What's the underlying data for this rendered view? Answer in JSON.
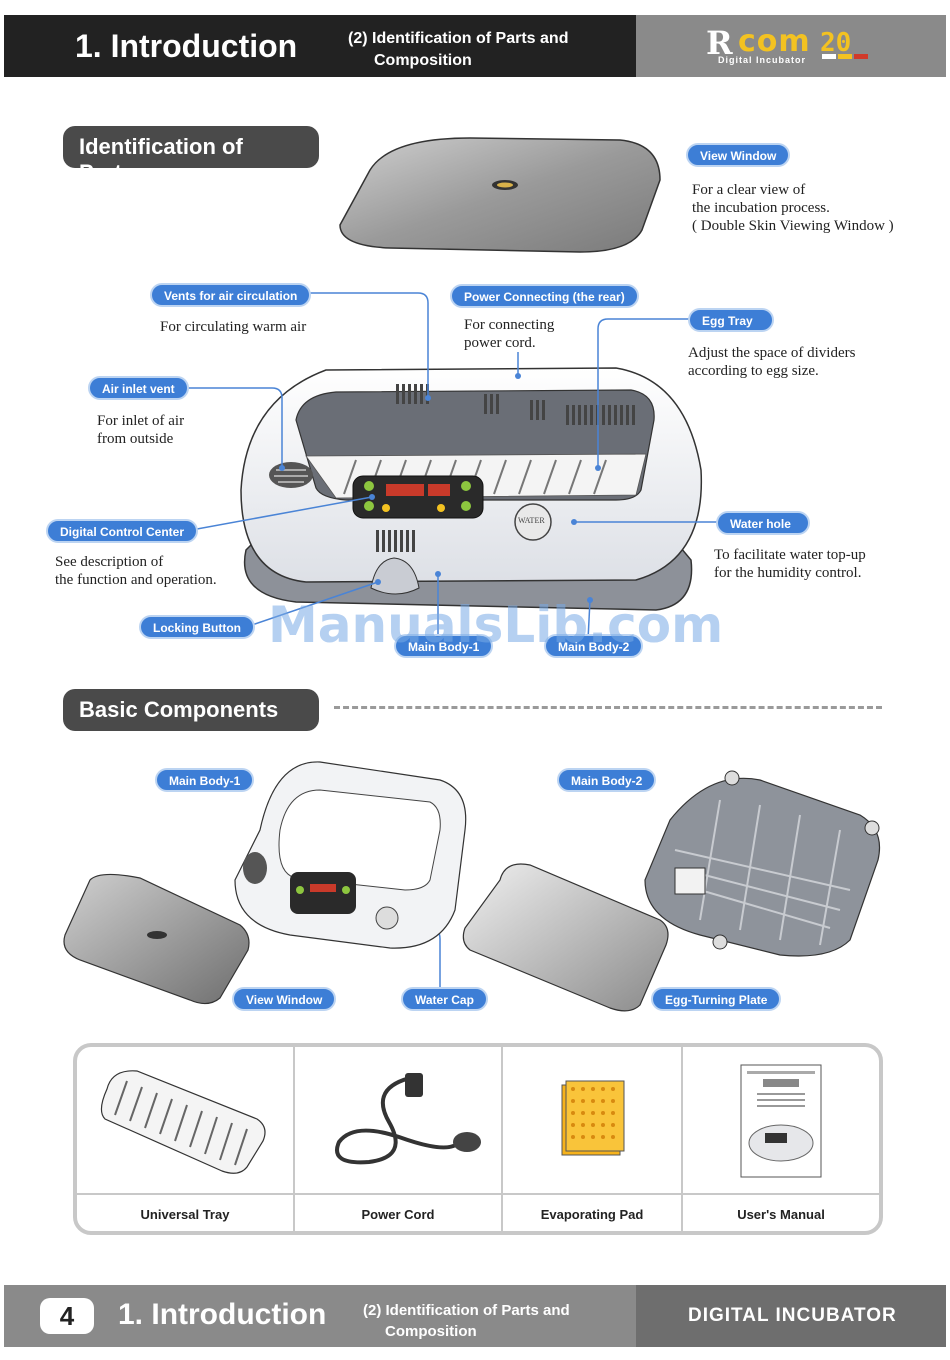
{
  "header": {
    "title": "1. Introduction",
    "subtitle_line1": "(2) Identification of Parts and",
    "subtitle_line2": "Composition",
    "logo_r": "R",
    "logo_com": "com",
    "logo_sub": "Digital Incubator",
    "logo_num": "20"
  },
  "section1": {
    "title": "Identification of Parts"
  },
  "parts": {
    "view_window": {
      "label": "View Window",
      "desc1": "For a clear view of",
      "desc2": "the incubation process.",
      "desc3": "( Double Skin Viewing Window )"
    },
    "vents": {
      "label": "Vents for air circulation",
      "desc1": "For circulating warm air"
    },
    "power": {
      "label": "Power Connecting (the rear)",
      "desc1": "For connecting",
      "desc2": "power cord."
    },
    "egg_tray": {
      "label": "Egg Tray",
      "desc1": "Adjust the space of dividers",
      "desc2": "according to egg size."
    },
    "air_inlet": {
      "label": "Air inlet vent",
      "desc1": "For inlet of air",
      "desc2": "from outside"
    },
    "digital": {
      "label": "Digital Control Center",
      "desc1": "See description of",
      "desc2": "the function and operation."
    },
    "water_hole": {
      "label": "Water hole",
      "desc1": "To facilitate water top-up",
      "desc2": "for the humidity control.",
      "cap_text": "WATER"
    },
    "locking": {
      "label": "Locking Button"
    },
    "main_body_1": {
      "label": "Main Body-1"
    },
    "main_body_2": {
      "label": "Main Body-2"
    }
  },
  "section2": {
    "title": "Basic Components"
  },
  "components": {
    "main_body_1": "Main Body-1",
    "main_body_2": "Main Body-2",
    "view_window": "View Window",
    "water_cap": "Water Cap",
    "egg_turning": "Egg-Turning Plate"
  },
  "accessories": [
    {
      "label": "Universal Tray"
    },
    {
      "label": "Power Cord"
    },
    {
      "label": "Evaporating Pad"
    },
    {
      "label": "User's Manual"
    }
  ],
  "watermark": "ManualsLib.com",
  "footer": {
    "page": "4",
    "title": "1. Introduction",
    "subtitle_line1": "(2) Identification of Parts and",
    "subtitle_line2": "Composition",
    "brand": "DIGITAL INCUBATOR"
  },
  "colors": {
    "pill_blue": "#3d7ed6",
    "header_dark": "#222222",
    "header_gray": "#8a8a8a",
    "logo_yellow": "#f3c221"
  }
}
